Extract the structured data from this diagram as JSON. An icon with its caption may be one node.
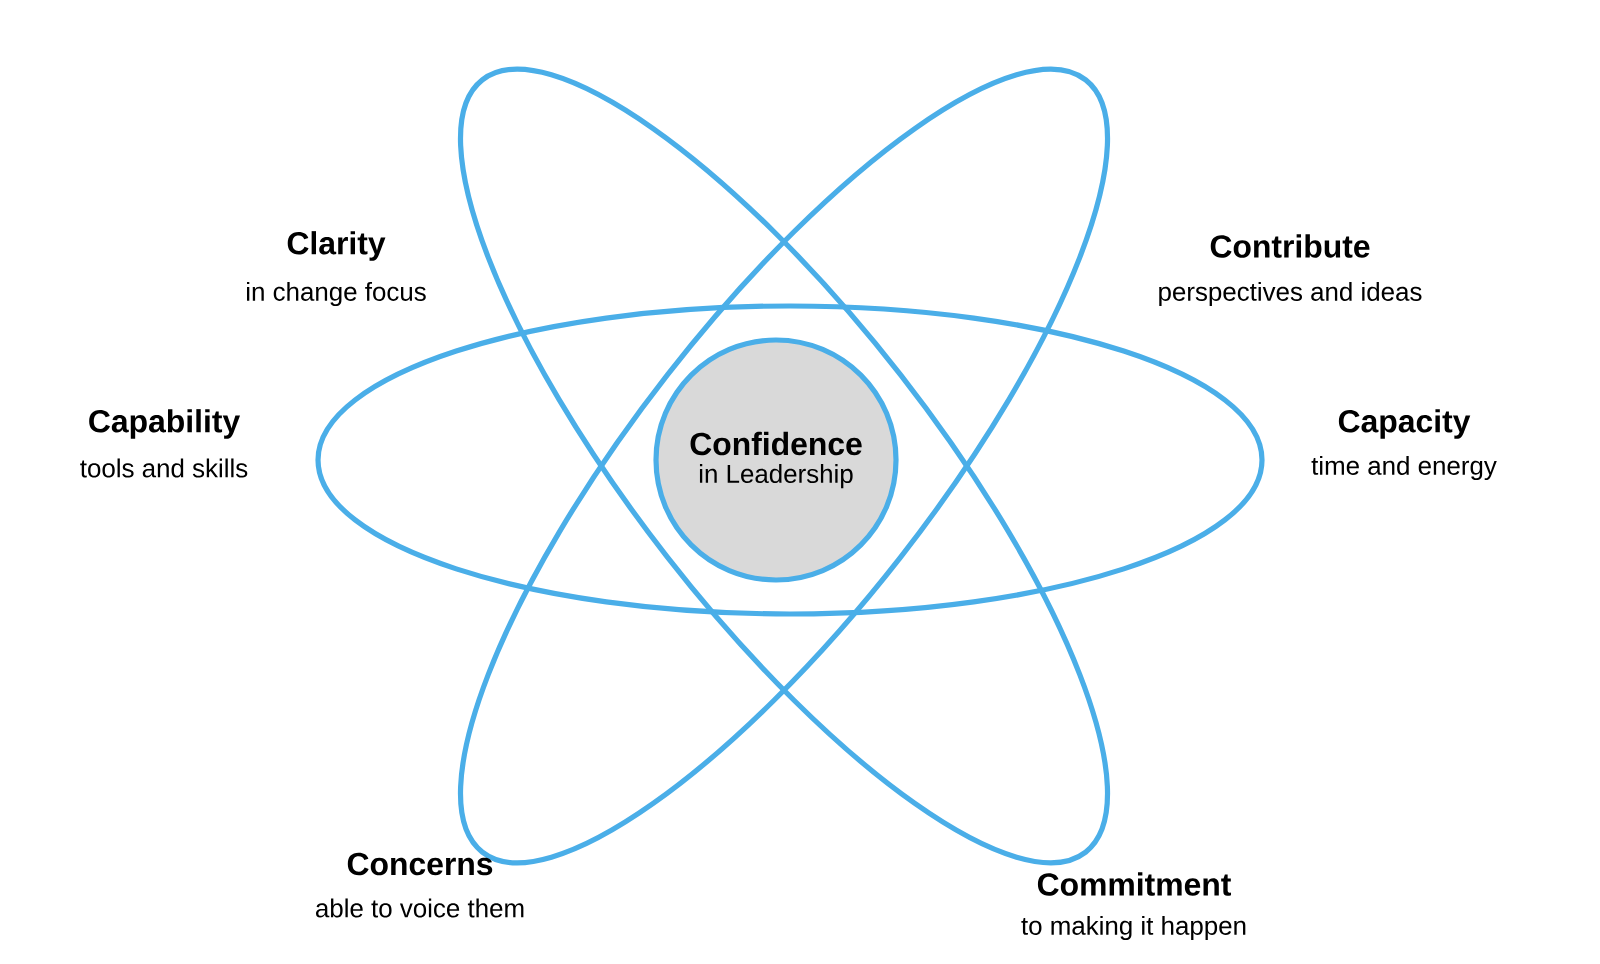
{
  "diagram": {
    "nodes": [
      {
        "text": [
          "Confidence",
          "in Leadership"
        ]
      }
    ],
    "labels": [
      "Clarity",
      "in change focus",
      "Contribute",
      "perspectives and ideas",
      "Capability",
      "tools and skills",
      "Capacity",
      "time and energy",
      "Concerns",
      "able to voice them",
      "Commitment",
      "to making it happen"
    ]
  }
}
